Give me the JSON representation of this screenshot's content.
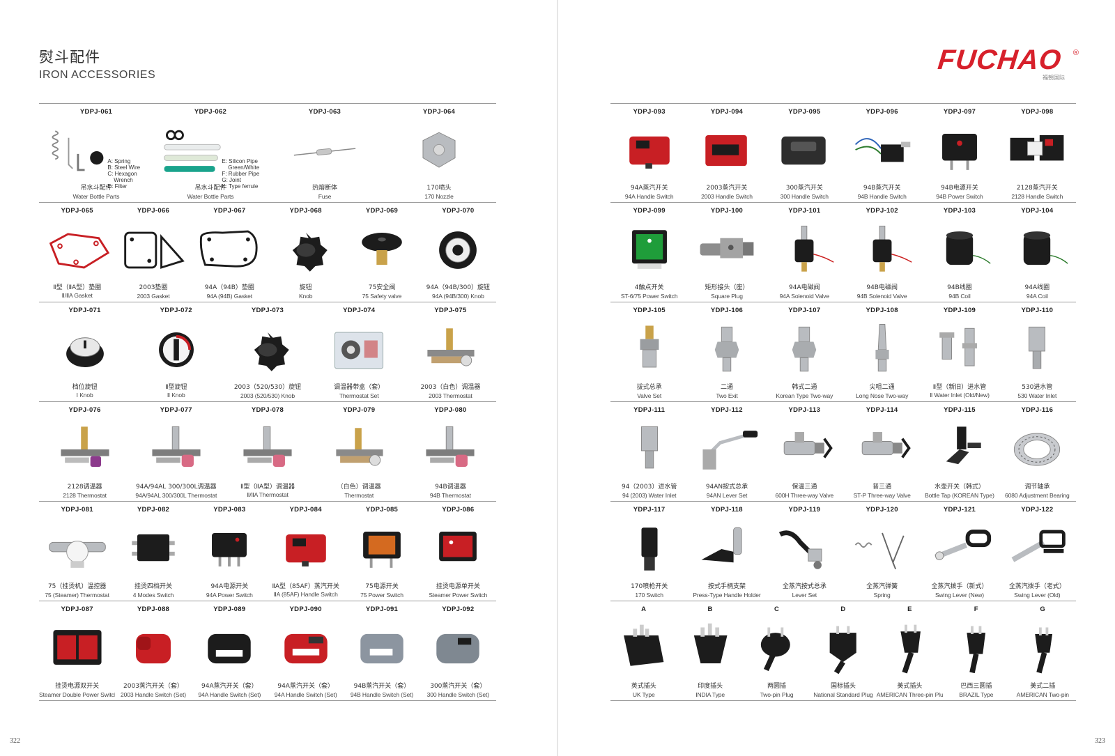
{
  "left_page": {
    "heading_cn": "熨斗配件",
    "heading_en": "IRON ACCESSORIES",
    "page_number": "322",
    "rows": [
      [
        {
          "code": "YDPJ-061",
          "cn": "吊水斗配件",
          "en": "Water Bottle Parts",
          "icon": "spring-wire-parts",
          "notes": "A: Spring\nB: Steel Wire\nC: Hexagon\n    Wrench\nD: Filter"
        },
        {
          "code": "YDPJ-062",
          "cn": "吊水斗配件",
          "en": "Water Bottle Parts",
          "icon": "silicone-pipes",
          "notes": "E: Silicon Pipe\n    Green/White\nF: Rubber Pipe\nG: Joint\nK: Type ferrule"
        },
        {
          "code": "YDPJ-063",
          "cn": "热熔断体",
          "en": "Fuse",
          "icon": "fuse"
        },
        {
          "code": "YDPJ-064",
          "cn": "170喷头",
          "en": "170 Nozzle",
          "icon": "nozzle"
        }
      ],
      [
        {
          "code": "YDPJ-065",
          "cn": "Ⅱ型（ⅡA型）垫圈",
          "en": "Ⅱ/ⅡA Gasket",
          "icon": "gasket-red"
        },
        {
          "code": "YDPJ-066",
          "cn": "2003垫圈",
          "en": "2003 Gasket",
          "icon": "gasket-black"
        },
        {
          "code": "YDPJ-067",
          "cn": "94A（94B）垫圈",
          "en": "94A (94B) Gasket",
          "icon": "gasket-black-wide"
        },
        {
          "code": "YDPJ-068",
          "cn": "旋钮",
          "en": "Knob",
          "icon": "knob-star"
        },
        {
          "code": "YDPJ-069",
          "cn": "75安全阀",
          "en": "75 Safety valve",
          "icon": "safety-valve"
        },
        {
          "code": "YDPJ-070",
          "cn": "94A（94B/300）旋钮",
          "en": "94A (94B/300) Knob",
          "icon": "knob-round"
        }
      ],
      [
        {
          "code": "YDPJ-071",
          "cn": "档位旋钮",
          "en": "Ⅰ Knob",
          "icon": "knob-white-top"
        },
        {
          "code": "YDPJ-072",
          "cn": "Ⅱ型旋钮",
          "en": "Ⅱ Knob",
          "icon": "knob-red-dial"
        },
        {
          "code": "YDPJ-073",
          "cn": "2003（520/530）旋钮",
          "en": "2003 (520/530) Knob",
          "icon": "knob-star"
        },
        {
          "code": "YDPJ-074",
          "cn": "调温器带盒（套）",
          "en": "Thermostat Set",
          "icon": "thermostat-box"
        },
        {
          "code": "YDPJ-075",
          "cn": "2003（白色）调温器",
          "en": "2003 Thermostat",
          "icon": "thermostat"
        }
      ],
      [
        {
          "code": "YDPJ-076",
          "cn": "2128调温器",
          "en": "2128 Thermostat",
          "icon": "thermostat-purple"
        },
        {
          "code": "YDPJ-077",
          "cn": "94A/94AL   300/300L调温器",
          "en": "94A/94AL  300/300L Thermostat",
          "icon": "thermostat-pink"
        },
        {
          "code": "YDPJ-078",
          "cn": "Ⅱ型（ⅡA型）调温器",
          "en": "Ⅱ/ⅡA Thermostat",
          "icon": "thermostat-pink"
        },
        {
          "code": "YDPJ-079",
          "cn": "（白色）调温器",
          "en": "Thermostat",
          "icon": "thermostat"
        },
        {
          "code": "YDPJ-080",
          "cn": "94B调温器",
          "en": "94B Thermostat",
          "icon": "thermostat-pink"
        }
      ],
      [
        {
          "code": "YDPJ-081",
          "cn": "75（挂烫机）温控器",
          "en": "75 (Steamer) Thermostat",
          "icon": "bimetal-thermostat"
        },
        {
          "code": "YDPJ-082",
          "cn": "挂烫四档开关",
          "en": "4 Modes Switch",
          "icon": "four-mode-switch"
        },
        {
          "code": "YDPJ-083",
          "cn": "94A电源开关",
          "en": "94A Power Switch",
          "icon": "rocker-black"
        },
        {
          "code": "YDPJ-084",
          "cn": "ⅡA型（85AF）蒸汽开关",
          "en": "ⅡA (85AF) Handle Switch",
          "icon": "handle-switch-red"
        },
        {
          "code": "YDPJ-085",
          "cn": "75电源开关",
          "en": "75 Power Switch",
          "icon": "rocker-orange"
        },
        {
          "code": "YDPJ-086",
          "cn": "挂烫电源单开关",
          "en": "Steamer Power Switch",
          "icon": "rocker-red"
        }
      ],
      [
        {
          "code": "YDPJ-087",
          "cn": "挂烫电源双开关",
          "en": "Steamer Double Power Switch",
          "icon": "double-rocker"
        },
        {
          "code": "YDPJ-088",
          "cn": "2003蒸汽开关（套）",
          "en": "2003 Handle Switch (Set)",
          "icon": "switch-cap-red"
        },
        {
          "code": "YDPJ-089",
          "cn": "94A蒸汽开关（套）",
          "en": "94A Handle Switch (Set)",
          "icon": "switch-cap-black"
        },
        {
          "code": "YDPJ-090",
          "cn": "94A蒸汽开关（套）",
          "en": "94A Handle Switch (Set)",
          "icon": "switch-cap-red-white"
        },
        {
          "code": "YDPJ-091",
          "cn": "94B蒸汽开关（套）",
          "en": "94B Handle Switch (Set)",
          "icon": "switch-cap-grey"
        },
        {
          "code": "YDPJ-092",
          "cn": "300蒸汽开关（套）",
          "en": "300 Handle Switch (Set)",
          "icon": "switch-cap-grey-dark"
        }
      ]
    ]
  },
  "right_page": {
    "brand": "FUCHAO",
    "brand_mark": "®",
    "brand_cn": "福朝国际",
    "page_number": "323",
    "rows": [
      [
        {
          "code": "YDPJ-093",
          "cn": "94A蒸汽开关",
          "en": "94A Handle Switch",
          "icon": "handle-switch-red"
        },
        {
          "code": "YDPJ-094",
          "cn": "2003蒸汽开关",
          "en": "2003 Handle Switch",
          "icon": "handle-switch-red-flat"
        },
        {
          "code": "YDPJ-095",
          "cn": "300蒸汽开关",
          "en": "300 Handle Switch",
          "icon": "handle-switch-black"
        },
        {
          "code": "YDPJ-096",
          "cn": "94B蒸汽开关",
          "en": "94B Handle Switch",
          "icon": "micro-switch-wired"
        },
        {
          "code": "YDPJ-097",
          "cn": "94B电源开关",
          "en": "94B Power Switch",
          "icon": "rocker-black-red"
        },
        {
          "code": "YDPJ-098",
          "cn": "2128蒸汽开关",
          "en": "2128 Handle Switch",
          "icon": "switch-pair"
        }
      ],
      [
        {
          "code": "YDPJ-099",
          "cn": "4触点开关",
          "en": "ST-6/75 Power Switch",
          "icon": "rocker-green"
        },
        {
          "code": "YDPJ-100",
          "cn": "矩形接头（座）",
          "en": "Square Plug",
          "icon": "square-plug"
        },
        {
          "code": "YDPJ-101",
          "cn": "94A电磁阀",
          "en": "94A Solenoid Valve",
          "icon": "solenoid"
        },
        {
          "code": "YDPJ-102",
          "cn": "94B电磁阀",
          "en": "94B Solenoid Valve",
          "icon": "solenoid"
        },
        {
          "code": "YDPJ-103",
          "cn": "94B线圈",
          "en": "94B Coil",
          "icon": "coil"
        },
        {
          "code": "YDPJ-104",
          "cn": "94A线圈",
          "en": "94A Coil",
          "icon": "coil"
        }
      ],
      [
        {
          "code": "YDPJ-105",
          "cn": "拔式总承",
          "en": "Valve Set",
          "icon": "valve-fitting"
        },
        {
          "code": "YDPJ-106",
          "cn": "二通",
          "en": "Two Exit",
          "icon": "two-exit"
        },
        {
          "code": "YDPJ-107",
          "cn": "韩式二通",
          "en": "Korean Type Two-way",
          "icon": "two-exit"
        },
        {
          "code": "YDPJ-108",
          "cn": "尖咀二通",
          "en": "Long Nose Two-way",
          "icon": "long-nose"
        },
        {
          "code": "YDPJ-109",
          "cn": "Ⅱ型（新旧）进水管",
          "en": "Ⅱ Water Inlet (Old/New)",
          "icon": "water-inlet-pair"
        },
        {
          "code": "YDPJ-110",
          "cn": "530进水管",
          "en": "530 Water Inlet",
          "icon": "water-inlet"
        }
      ],
      [
        {
          "code": "YDPJ-111",
          "cn": "94（2003）进水管",
          "en": "94 (2003) Water Inlet",
          "icon": "water-inlet"
        },
        {
          "code": "YDPJ-112",
          "cn": "94AN按式总承",
          "en": "94AN Lever Set",
          "icon": "lever-set"
        },
        {
          "code": "YDPJ-113",
          "cn": "保温三通",
          "en": "600H Three-way Valve",
          "icon": "three-way-valve"
        },
        {
          "code": "YDPJ-114",
          "cn": "普三通",
          "en": "ST-P Three-way Valve",
          "icon": "three-way-valve"
        },
        {
          "code": "YDPJ-115",
          "cn": "水壶开关（韩式）",
          "en": "Bottle Tap (KOREAN Type)",
          "icon": "bottle-tap"
        },
        {
          "code": "YDPJ-116",
          "cn": "调节轴承",
          "en": "6080 Adjustment Bearing",
          "icon": "bearing"
        }
      ],
      [
        {
          "code": "YDPJ-117",
          "cn": "170喷枪开关",
          "en": "170 Switch",
          "icon": "gun-switch"
        },
        {
          "code": "YDPJ-118",
          "cn": "按式手柄支架",
          "en": "Press-Type Handle Holder",
          "icon": "handle-holder"
        },
        {
          "code": "YDPJ-119",
          "cn": "全蒸汽按式总承",
          "en": "Lever Set",
          "icon": "lever-set-black"
        },
        {
          "code": "YDPJ-120",
          "cn": "全蒸汽弹簧",
          "en": "Spring",
          "icon": "springs"
        },
        {
          "code": "YDPJ-121",
          "cn": "全蒸汽拨手（新式）",
          "en": "Swing Lever (New)",
          "icon": "swing-lever"
        },
        {
          "code": "YDPJ-122",
          "cn": "全蒸汽拨手（老式）",
          "en": "Swing Lever (Old)",
          "icon": "swing-lever-old"
        }
      ],
      [
        {
          "code": "A",
          "cn": "英式插头",
          "en": "UK Type",
          "icon": "plug-uk"
        },
        {
          "code": "B",
          "cn": "印度插头",
          "en": "INDIA Type",
          "icon": "plug-india"
        },
        {
          "code": "C",
          "cn": "两圆插",
          "en": "Two-pin Plug",
          "icon": "plug-round"
        },
        {
          "code": "D",
          "cn": "国标插头",
          "en": "National Standard Plug",
          "icon": "plug-cn"
        },
        {
          "code": "E",
          "cn": "美式插头",
          "en": "AMERICAN Three-pin Plug",
          "icon": "plug-us3"
        },
        {
          "code": "F",
          "cn": "巴西三圆插",
          "en": "BRAZIL Type",
          "icon": "plug-brazil"
        },
        {
          "code": "G",
          "cn": "美式二插",
          "en": "AMERICAN Two-pin",
          "icon": "plug-us2"
        }
      ]
    ]
  }
}
